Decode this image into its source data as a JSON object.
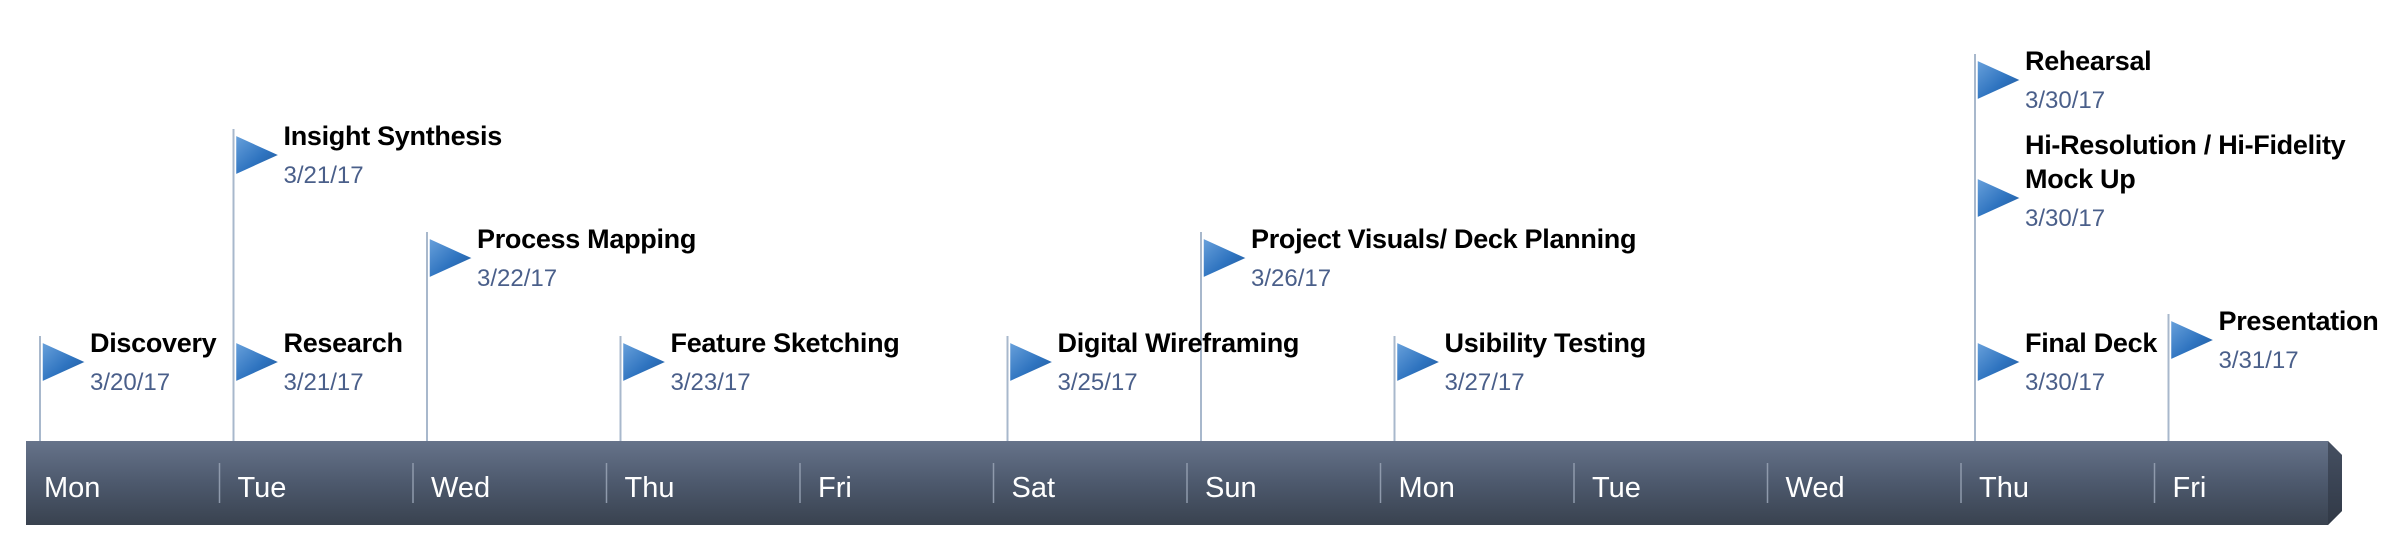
{
  "timeline": {
    "days": [
      "Mon",
      "Tue",
      "Wed",
      "Thu",
      "Fri",
      "Sat",
      "Sun",
      "Mon",
      "Tue",
      "Wed",
      "Thu",
      "Fri"
    ],
    "milestones": [
      {
        "day": 0,
        "lines": [
          "Discovery"
        ],
        "date": "3/20/17"
      },
      {
        "day": 1,
        "lines": [
          "Insight Synthesis"
        ],
        "date": "3/21/17"
      },
      {
        "day": 1,
        "lines": [
          "Research"
        ],
        "date": "3/21/17"
      },
      {
        "day": 2,
        "lines": [
          "Process Mapping"
        ],
        "date": "3/22/17"
      },
      {
        "day": 3,
        "lines": [
          "Feature Sketching"
        ],
        "date": "3/23/17"
      },
      {
        "day": 5,
        "lines": [
          "Digital Wireframing"
        ],
        "date": "3/25/17"
      },
      {
        "day": 6,
        "lines": [
          "Project Visuals/ Deck Planning"
        ],
        "date": "3/26/17"
      },
      {
        "day": 7,
        "lines": [
          "Usibility Testing"
        ],
        "date": "3/27/17"
      },
      {
        "day": 10,
        "lines": [
          "Rehearsal"
        ],
        "date": "3/30/17"
      },
      {
        "day": 10,
        "lines": [
          "Hi-Resolution / Hi-Fidelity",
          "Mock Up"
        ],
        "date": "3/30/17"
      },
      {
        "day": 10,
        "lines": [
          "Final Deck"
        ],
        "date": "3/30/17"
      },
      {
        "day": 11,
        "lines": [
          "Presentation"
        ],
        "date": "3/31/17"
      }
    ],
    "colors": {
      "bar_top": "#5c6a80",
      "bar_bottom": "#3b4556",
      "flag": "#2f74c0",
      "flag_light": "#6aa2dc",
      "date_text": "#4a5f8a"
    }
  }
}
